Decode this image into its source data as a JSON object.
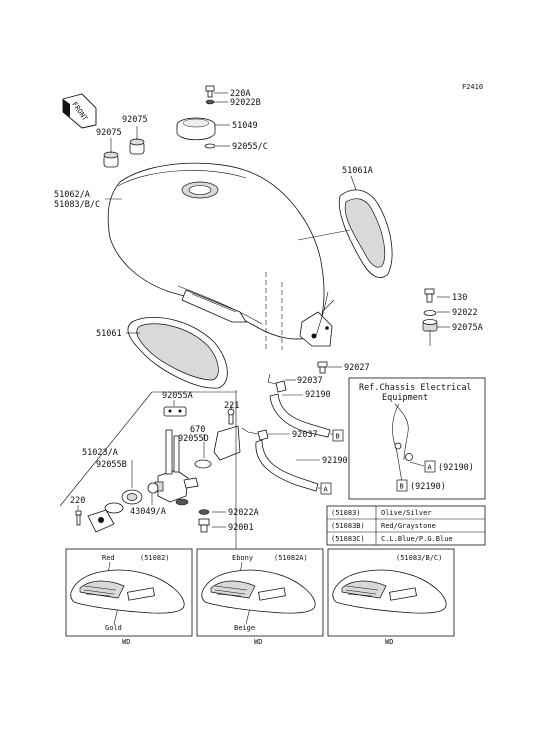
{
  "figure_code": "F2410",
  "front_label": "FRONT",
  "callouts": {
    "c220A": "220A",
    "c92022B": "92022B",
    "c51049": "51049",
    "c92055C": "92055/C",
    "c92075_top": "92075",
    "c92075_left": "92075",
    "c51062": "51062/A",
    "c51083": "51083/B/C",
    "c51061A": "51061A",
    "c130": "130",
    "c92022": "92022",
    "c92075A": "92075A",
    "c51061": "51061",
    "c92027": "92027",
    "c92037_top": "92037",
    "c92190_top": "92190",
    "c92037_mid": "92037",
    "c92190_mid": "92190",
    "c92055A": "92055A",
    "c221": "221",
    "c670": "670",
    "c92055D": "92055D",
    "c51023": "51023/A",
    "c92055B": "92055B",
    "c220": "220",
    "c43049": "43049/A",
    "c92022A": "92022A",
    "c92001": "92001",
    "box_a": "A",
    "box_b": "B"
  },
  "ref_box": {
    "title1": "Ref.Chassis Electrical",
    "title2": "Equipment",
    "a_label": "A",
    "a_part": "(92190)",
    "b_label": "B",
    "b_part": "(92190)"
  },
  "color_table": [
    {
      "code": "(51083)",
      "color": "Olive/Silver"
    },
    {
      "code": "(51083B)",
      "color": "Red/Graystone"
    },
    {
      "code": "(51083C)",
      "color": "C.L.Blue/P.G.Blue"
    }
  ],
  "variants": [
    {
      "code": "(51082)",
      "top_color": "Red",
      "bottom_color": "Gold",
      "market": "WD"
    },
    {
      "code": "(51082A)",
      "top_color": "Ebony",
      "bottom_color": "Beige",
      "market": "WD"
    },
    {
      "code": "(51083/B/C)",
      "top_color": "",
      "bottom_color": "",
      "market": "WD"
    }
  ]
}
